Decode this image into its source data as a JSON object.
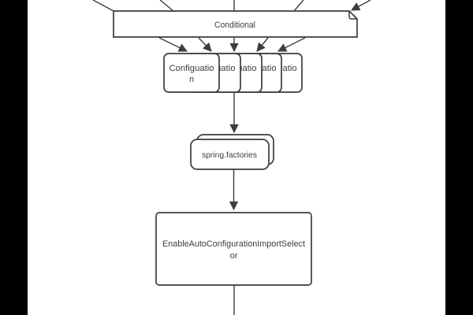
{
  "colors": {
    "stroke": "#3c3c3c",
    "text": "#3c3c3c",
    "canvas": "#ffffff",
    "letterbox": "#000000"
  },
  "nodes": {
    "conditional": {
      "label": "Conditional"
    },
    "configuration_stack": {
      "count": 5,
      "label": "Configuation",
      "line1": "Configuatio",
      "line2": "n"
    },
    "spring_factories": {
      "label": "spring.factories"
    },
    "import_selector": {
      "label": "EnableAutoConfigurationImportSelector",
      "line1": "EnableAutoConfigurationImportSelect",
      "line2": "or"
    }
  },
  "edges": {
    "incoming_top_count": 5,
    "conditional_to_configuration_count": 5
  }
}
